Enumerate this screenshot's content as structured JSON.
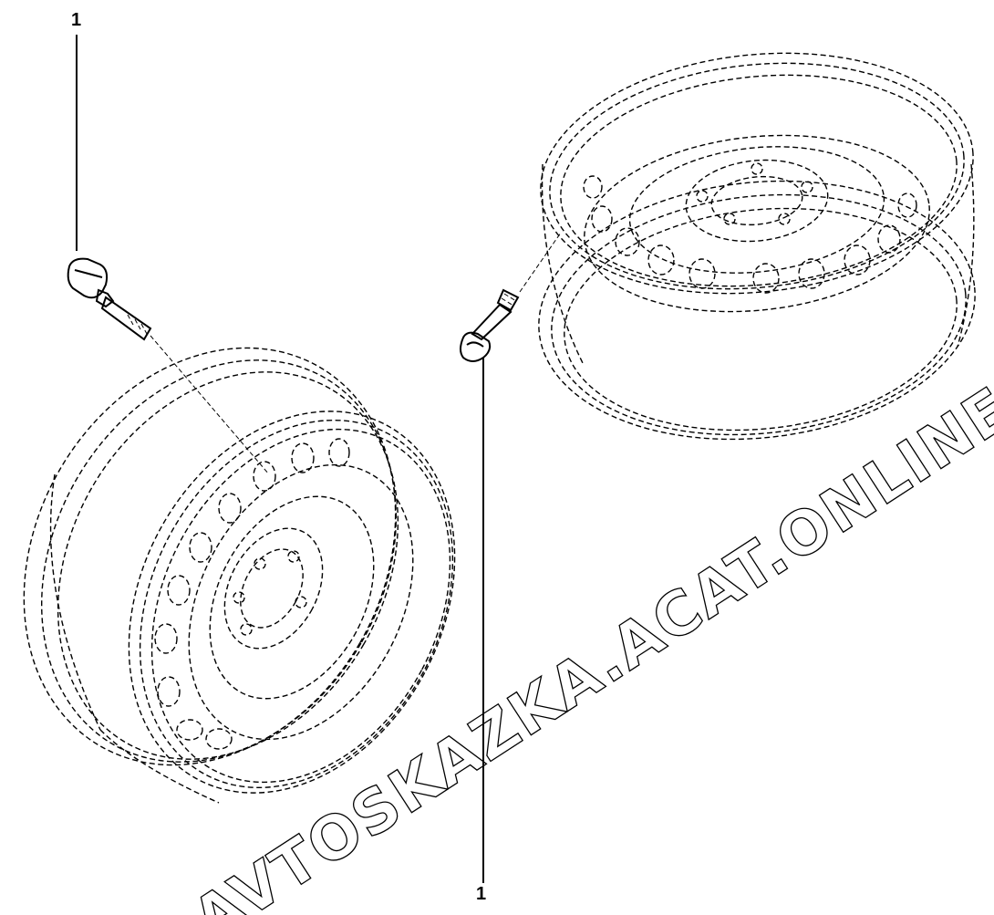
{
  "callouts": {
    "top_left": "1",
    "bottom_right": "1"
  },
  "watermark": {
    "text": "AVTOSKAZKA.ACAT.ONLINE"
  },
  "parts": {
    "left_valve_icon": "tire-valve-metal-icon",
    "right_valve_icon": "tire-valve-rubber-icon",
    "left_wheel_icon": "steel-wheel-rim-icon",
    "right_wheel_icon": "steel-wheel-rim-icon"
  },
  "colors": {
    "line": "#000000",
    "background": "#ffffff"
  }
}
